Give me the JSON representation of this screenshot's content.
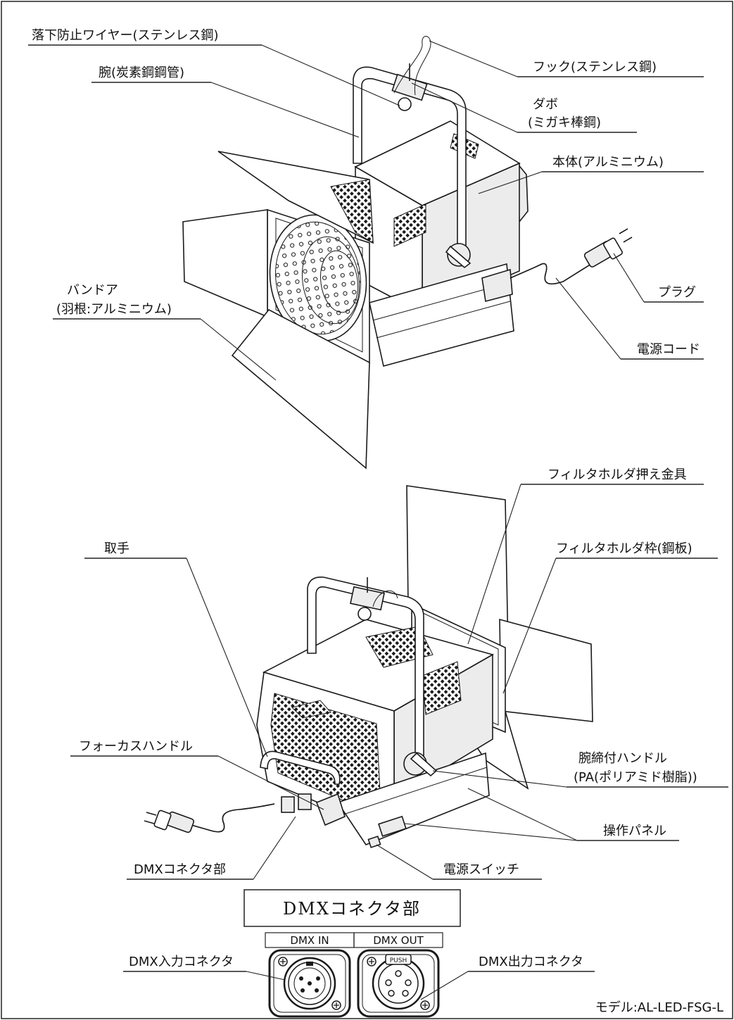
{
  "labels": {
    "safety_wire": "落下防止ワイヤー(ステンレス鋼)",
    "arm": "腕(炭素鋼鋼管)",
    "hook": "フック(ステンレス鋼)",
    "dowel_line1": "ダボ",
    "dowel_line2": "(ミガキ棒鋼)",
    "body": "本体(アルミニウム)",
    "barndoor_line1": "バンドア",
    "barndoor_line2": "(羽根:アルミニウム)",
    "plug": "プラグ",
    "power_cord": "電源コード",
    "filter_clamp": "フィルタホルダ押え金具",
    "handle": "取手",
    "filter_frame": "フィルタホルダ枠(鋼板)",
    "focus_handle": "フォーカスハンドル",
    "arm_lock_line1": "腕締付ハンドル",
    "arm_lock_line2": "(PA(ポリアミド樹脂))",
    "control_panel": "操作パネル",
    "dmx_connector_section": "DMXコネクタ部",
    "power_switch": "電源スイッチ",
    "dmx_input": "DMX入力コネクタ",
    "dmx_output": "DMX出力コネクタ"
  },
  "detail": {
    "title": "DMXコネクタ部",
    "in_caption": "DMX IN",
    "out_caption": "DMX OUT",
    "push_text": "PUSH"
  },
  "model": "モデル:AL-LED-FSG-L"
}
